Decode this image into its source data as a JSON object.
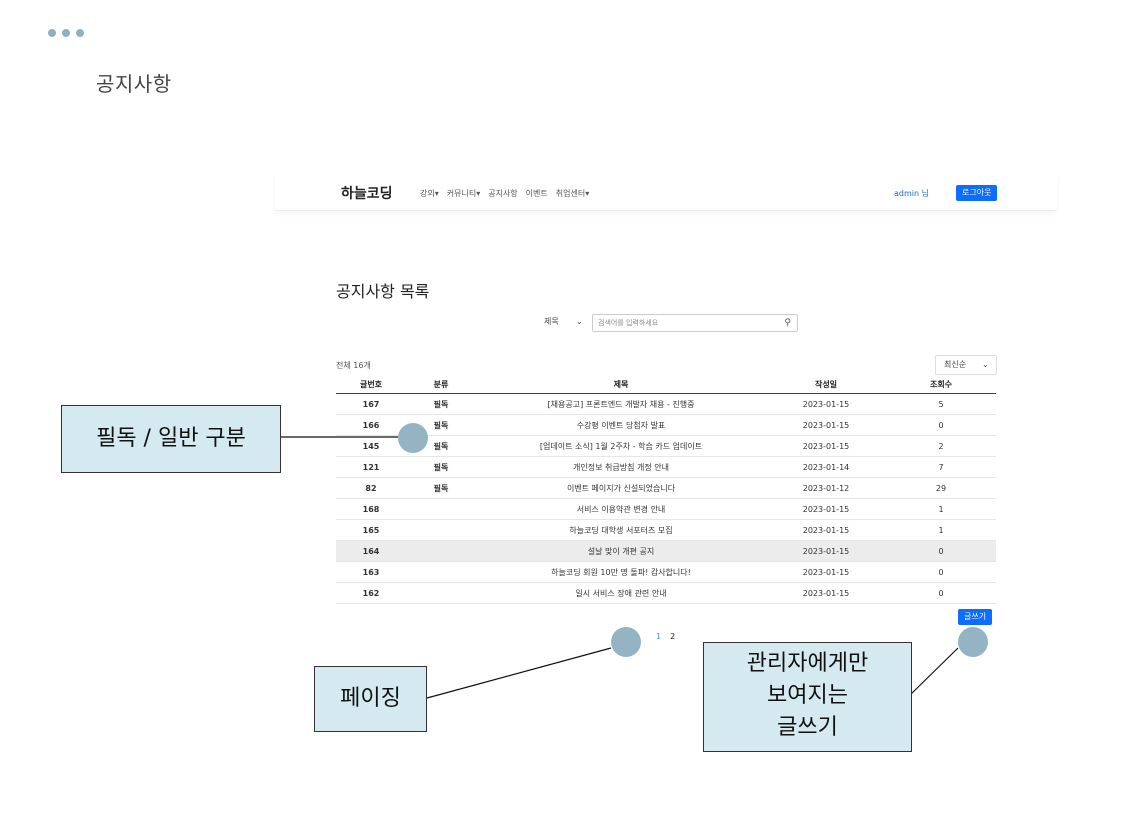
{
  "slide": {
    "title": "공지사항"
  },
  "site": {
    "brand": "하늘코딩",
    "menu": [
      "강의▾",
      "커뮤니티▾",
      "공지사항",
      "이벤트",
      "취업센터▾"
    ],
    "user": "admin 님",
    "logout": "로그아웃"
  },
  "page": {
    "title": "공지사항 목록",
    "search_select": "제목",
    "search_placeholder": "검색어를 입력하세요",
    "total": "전체 16개",
    "sort": "최신순",
    "write": "글쓰기",
    "pages": [
      "1",
      "2"
    ]
  },
  "table": {
    "headers": [
      "글번호",
      "분류",
      "제목",
      "작성일",
      "조회수"
    ],
    "rows": [
      {
        "no": "167",
        "cat": "필독",
        "title": "[채용공고] 프론트엔드 개발자 채용 - 진행중",
        "date": "2023-01-15",
        "views": "5"
      },
      {
        "no": "166",
        "cat": "필독",
        "title": "수강평 이벤트 당첨자 발표",
        "date": "2023-01-15",
        "views": "0"
      },
      {
        "no": "145",
        "cat": "필독",
        "title": "[업데이트 소식] 1월 2주차 - 학습 카드 업데이트",
        "date": "2023-01-15",
        "views": "2"
      },
      {
        "no": "121",
        "cat": "필독",
        "title": "개인정보 취급방침 개정 안내",
        "date": "2023-01-14",
        "views": "7"
      },
      {
        "no": "82",
        "cat": "필독",
        "title": "이벤트 페이지가 신설되었습니다",
        "date": "2023-01-12",
        "views": "29"
      },
      {
        "no": "168",
        "cat": "",
        "title": "서비스 이용약관 변경 안내",
        "date": "2023-01-15",
        "views": "1"
      },
      {
        "no": "165",
        "cat": "",
        "title": "하늘코딩 대학생 서포터즈 모집",
        "date": "2023-01-15",
        "views": "1"
      },
      {
        "no": "164",
        "cat": "",
        "title": "설날 맞이 개편 공지",
        "date": "2023-01-15",
        "views": "0"
      },
      {
        "no": "163",
        "cat": "",
        "title": "하늘코딩 회원 10만 명 돌파! 감사합니다!",
        "date": "2023-01-15",
        "views": "0"
      },
      {
        "no": "162",
        "cat": "",
        "title": "일시 서비스 장애 관련 안내",
        "date": "2023-01-15",
        "views": "0"
      }
    ]
  },
  "annotations": {
    "category": "필독 / 일반 구분",
    "paging": "페이징",
    "admin_write_lines": [
      "관리자에게만",
      "보여지는",
      "글쓰기"
    ]
  },
  "colors": {
    "accent": "#0d6efd",
    "marker": "#8fb0c0",
    "callout_bg": "#d4eaf0"
  }
}
